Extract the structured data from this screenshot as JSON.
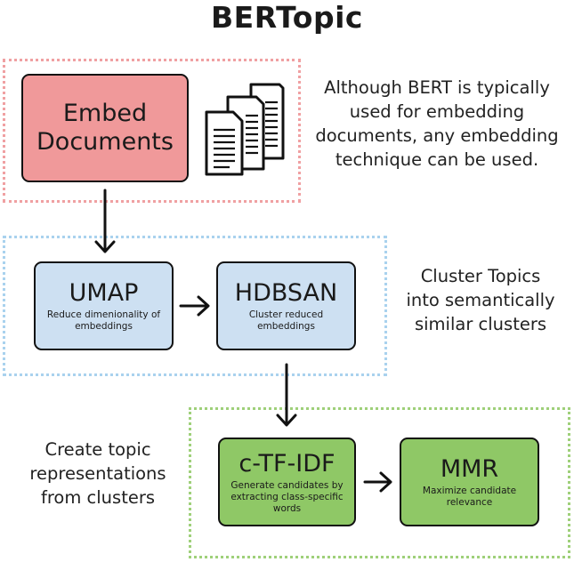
{
  "title": "BERTopic",
  "colors": {
    "embed_fill": "#f0999a",
    "embed_border": "#f0a0a2",
    "cluster_fill": "#cde0f2",
    "cluster_border": "#a9d2ee",
    "repr_fill": "#8fc866",
    "repr_border": "#9fd07a"
  },
  "embed": {
    "box": {
      "line1": "Embed",
      "line2": "Documents"
    },
    "icon": "documents-icon",
    "note": [
      "Although BERT is typically",
      "used for embedding",
      "documents, any embedding",
      "technique can be used."
    ]
  },
  "cluster": {
    "umap": {
      "title": "UMAP",
      "sub": "Reduce dimenionality of embeddings"
    },
    "hdbsan": {
      "title": "HDBSAN",
      "sub": "Cluster reduced embeddings"
    },
    "note": [
      "Cluster Topics",
      "into semantically",
      "similar clusters"
    ]
  },
  "representation": {
    "ctfidf": {
      "title": "c-TF-IDF",
      "sub": "Generate candidates by extracting class-specific words"
    },
    "mmr": {
      "title": "MMR",
      "sub": "Maximize candidate relevance"
    },
    "note": [
      "Create topic",
      "representations",
      "from clusters"
    ]
  }
}
